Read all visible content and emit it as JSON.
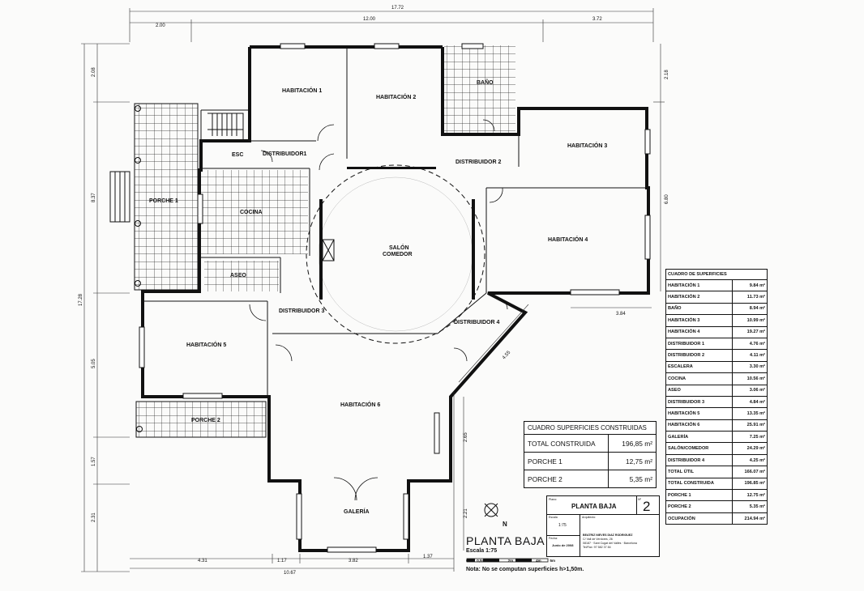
{
  "rooms": {
    "habitacion1": "HABITACIÓN 1",
    "habitacion2": "HABITACIÓN 2",
    "bano": "BAÑO",
    "habitacion3": "HABITACIÓN 3",
    "distribuidor2": "DISTRIBUIDOR 2",
    "esc": "ESC",
    "distribuidor1": "DISTRIBUIDOR1",
    "porche1": "PORCHE 1",
    "cocina": "COCINA",
    "salon": "SALÓN",
    "comedor": "COMEDOR",
    "habitacion4": "HABITACIÓN 4",
    "aseo": "ASEO",
    "distribuidor3": "DISTRIBUIDOR 3",
    "distribuidor4": "DISTRIBUIDOR 4",
    "habitacion5": "HABITACIÓN 5",
    "porche2": "PORCHE 2",
    "habitacion6": "HABITACIÓN 6",
    "galeria": "GALERÍA"
  },
  "dimensions": {
    "top_total": "17.72",
    "top_left": "2.00",
    "top_mid": "12.00",
    "top_right": "3.72",
    "left_1": "2.08",
    "left_2": "8.37",
    "left_3": "5.05",
    "left_4": "1.57",
    "left_5": "2.31",
    "left_total": "17.28",
    "right_1": "2.18",
    "right_2": "6.80",
    "mid_384": "3.84",
    "diag_455": "4.55",
    "v_265": "2.65",
    "v_221": "2.21",
    "bottom_431": "4.31",
    "bottom_117": "1.17",
    "bottom_382": "3.82",
    "bottom_137": "1.37",
    "bottom_total": "10.67"
  },
  "superficies": {
    "title": "CUADRO DE SUPERFICIES",
    "rows": [
      {
        "name": "HABITACIÓN 1",
        "value": "9.84 m²"
      },
      {
        "name": "HABITACIÓN 2",
        "value": "11.73 m²"
      },
      {
        "name": "BAÑO",
        "value": "8.94 m²"
      },
      {
        "name": "HABITACIÓN 3",
        "value": "10.99 m²"
      },
      {
        "name": "HABITACIÓN 4",
        "value": "19.27 m²"
      },
      {
        "name": "DISTRIBUIDOR 1",
        "value": "4.76 m²"
      },
      {
        "name": "DISTRIBUIDOR 2",
        "value": "4.11 m²"
      },
      {
        "name": "ESCALERA",
        "value": "3.30 m²"
      },
      {
        "name": "COCINA",
        "value": "10.56 m²"
      },
      {
        "name": "ASEO",
        "value": "3.06 m²"
      },
      {
        "name": "DISTRIBUIDOR 3",
        "value": "4.84 m²"
      },
      {
        "name": "HABITACIÓN 5",
        "value": "13.35 m²"
      },
      {
        "name": "HABITACIÓN 6",
        "value": "25.91 m²"
      },
      {
        "name": "GALERÍA",
        "value": "7.25 m²"
      },
      {
        "name": "SALÓN/COMEDOR",
        "value": "24.29 m²"
      },
      {
        "name": "DISTRIBUIDOR 4",
        "value": "4.25 m²"
      },
      {
        "name": "TOTAL ÚTIL",
        "value": "166.07 m²"
      },
      {
        "name": "TOTAL CONSTRUIDA",
        "value": "196.85 m²"
      },
      {
        "name": "PORCHE 1",
        "value": "12.75 m²"
      },
      {
        "name": "PORCHE 2",
        "value": "5.35 m²"
      },
      {
        "name": "OCUPACIÓN",
        "value": "214.94 m²"
      }
    ]
  },
  "construidas": {
    "title": "CUADRO SUPERFICIES CONSTRUIDAS",
    "rows": [
      {
        "name": "TOTAL CONSTRUIDA",
        "value": "196,85 m²"
      },
      {
        "name": "PORCHE 1",
        "value": "12,75 m²"
      },
      {
        "name": "PORCHE 2",
        "value": "5,35 m²"
      }
    ]
  },
  "cartouche": {
    "plano_label": "Plano:",
    "plano": "PLANTA BAJA",
    "num_label": "Nº",
    "num": "2",
    "escala_label": "Escala",
    "escala": "1:75",
    "arquitecto_label": "Arquitecto:",
    "fecha_label": "Fecha:",
    "fecha": "Junio de 2008",
    "arquitecto_name": "BEATRIZ NIEVES DIAZ RODRIGUEZ",
    "arquitecto_addr": "C/ Vall de Verdores, 26",
    "arquitecto_city": "08187 · Sant Cugat del Vallès · Barcelona",
    "arquitecto_tel": "Tel/Fax: 97 582 37 84"
  },
  "title_block": {
    "title": "PLANTA BAJA",
    "escala": "Escala 1:75",
    "scale_marks": [
      "0",
      "0,5m",
      "1m",
      "2m",
      "3m",
      "4m",
      "5m"
    ],
    "nota": "Nota: No se computan superficies h>1,50m."
  },
  "north": "N"
}
